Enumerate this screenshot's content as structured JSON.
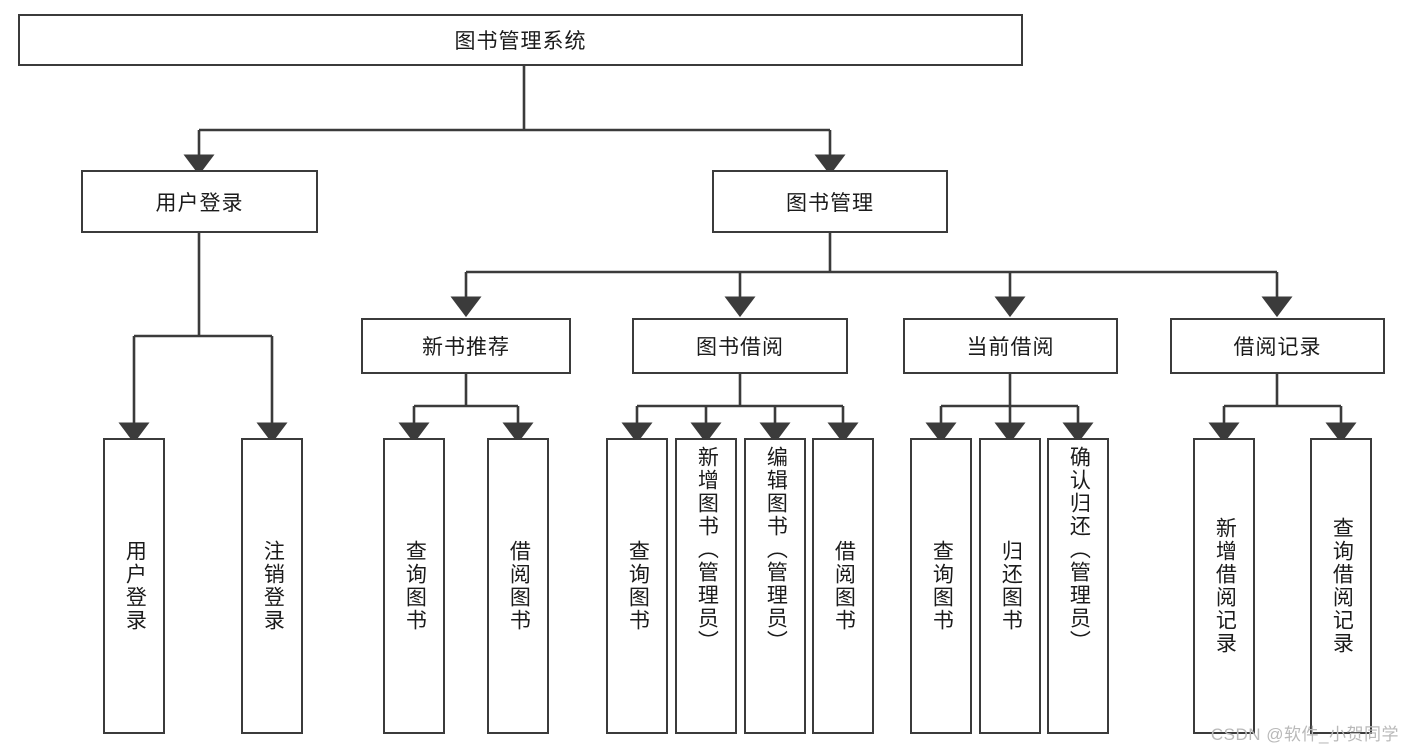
{
  "diagram": {
    "title": "图书管理系统",
    "type": "tree-hierarchy-chart",
    "root": {
      "label": "图书管理系统"
    },
    "level1": [
      {
        "label": "用户登录"
      },
      {
        "label": "图书管理"
      }
    ],
    "level2": [
      {
        "label": "新书推荐"
      },
      {
        "label": "图书借阅"
      },
      {
        "label": "当前借阅"
      },
      {
        "label": "借阅记录"
      }
    ],
    "leaves": {
      "user_login": [
        {
          "label": "用户登录"
        },
        {
          "label": "注销登录"
        }
      ],
      "new_book_recommend": [
        {
          "label": "查询图书"
        },
        {
          "label": "借阅图书"
        }
      ],
      "book_borrow": [
        {
          "label": "查询图书"
        },
        {
          "label": "新增图书（管理员）"
        },
        {
          "label": "编辑图书（管理员）"
        },
        {
          "label": "借阅图书"
        }
      ],
      "current_borrow": [
        {
          "label": "查询图书"
        },
        {
          "label": "归还图书"
        },
        {
          "label": "确认归还（管理员）"
        }
      ],
      "borrow_record": [
        {
          "label": "新增借阅记录"
        },
        {
          "label": "查询借阅记录"
        }
      ]
    }
  },
  "watermark": {
    "text": "CSDN @软件_小贺同学"
  },
  "colors": {
    "stroke": "#3b3b3b",
    "background": "#ffffff",
    "text": "#1b1b1b",
    "watermark": "#b9b9b9"
  }
}
